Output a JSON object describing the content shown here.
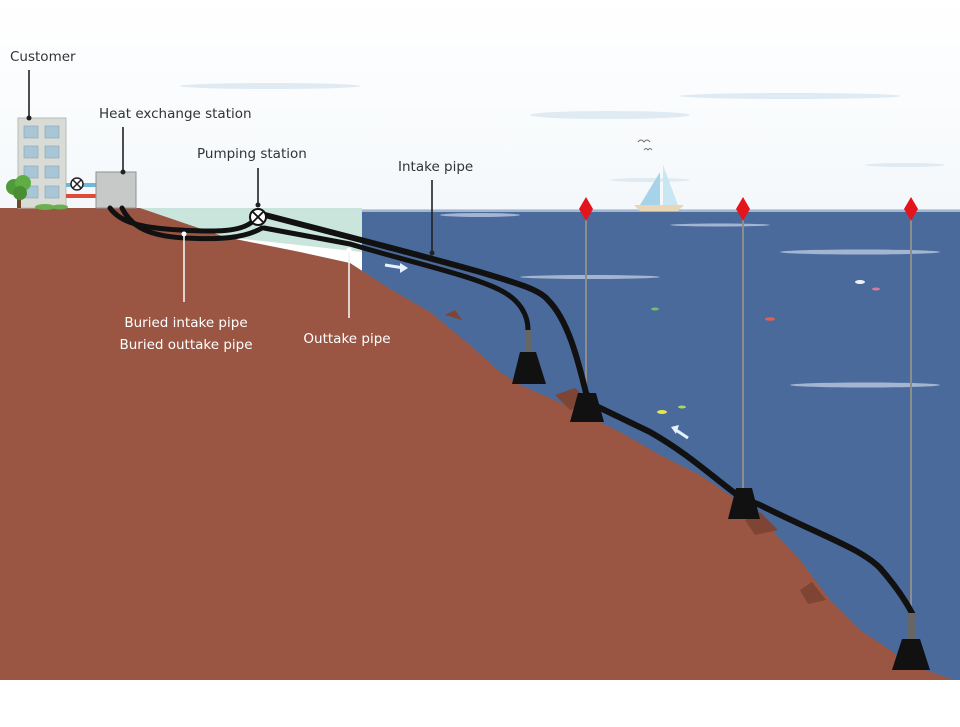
{
  "labels": {
    "customer": "Customer",
    "heat_exchange_station": "Heat exchange station",
    "pumping_station": "Pumping station",
    "intake_pipe": "Intake pipe",
    "buried_intake_pipe": "Buried intake pipe",
    "buried_outtake_pipe": "Buried outtake pipe",
    "outtake_pipe": "Outtake pipe"
  },
  "colors": {
    "sea": "#4a6a9c",
    "ground": "#9a5643",
    "pipe": "#111111",
    "marker_buoy": "#e3141c",
    "shallow_water": "#bfe0d6",
    "building": "#d9dcd6",
    "station_box": "#c7c9c8"
  }
}
